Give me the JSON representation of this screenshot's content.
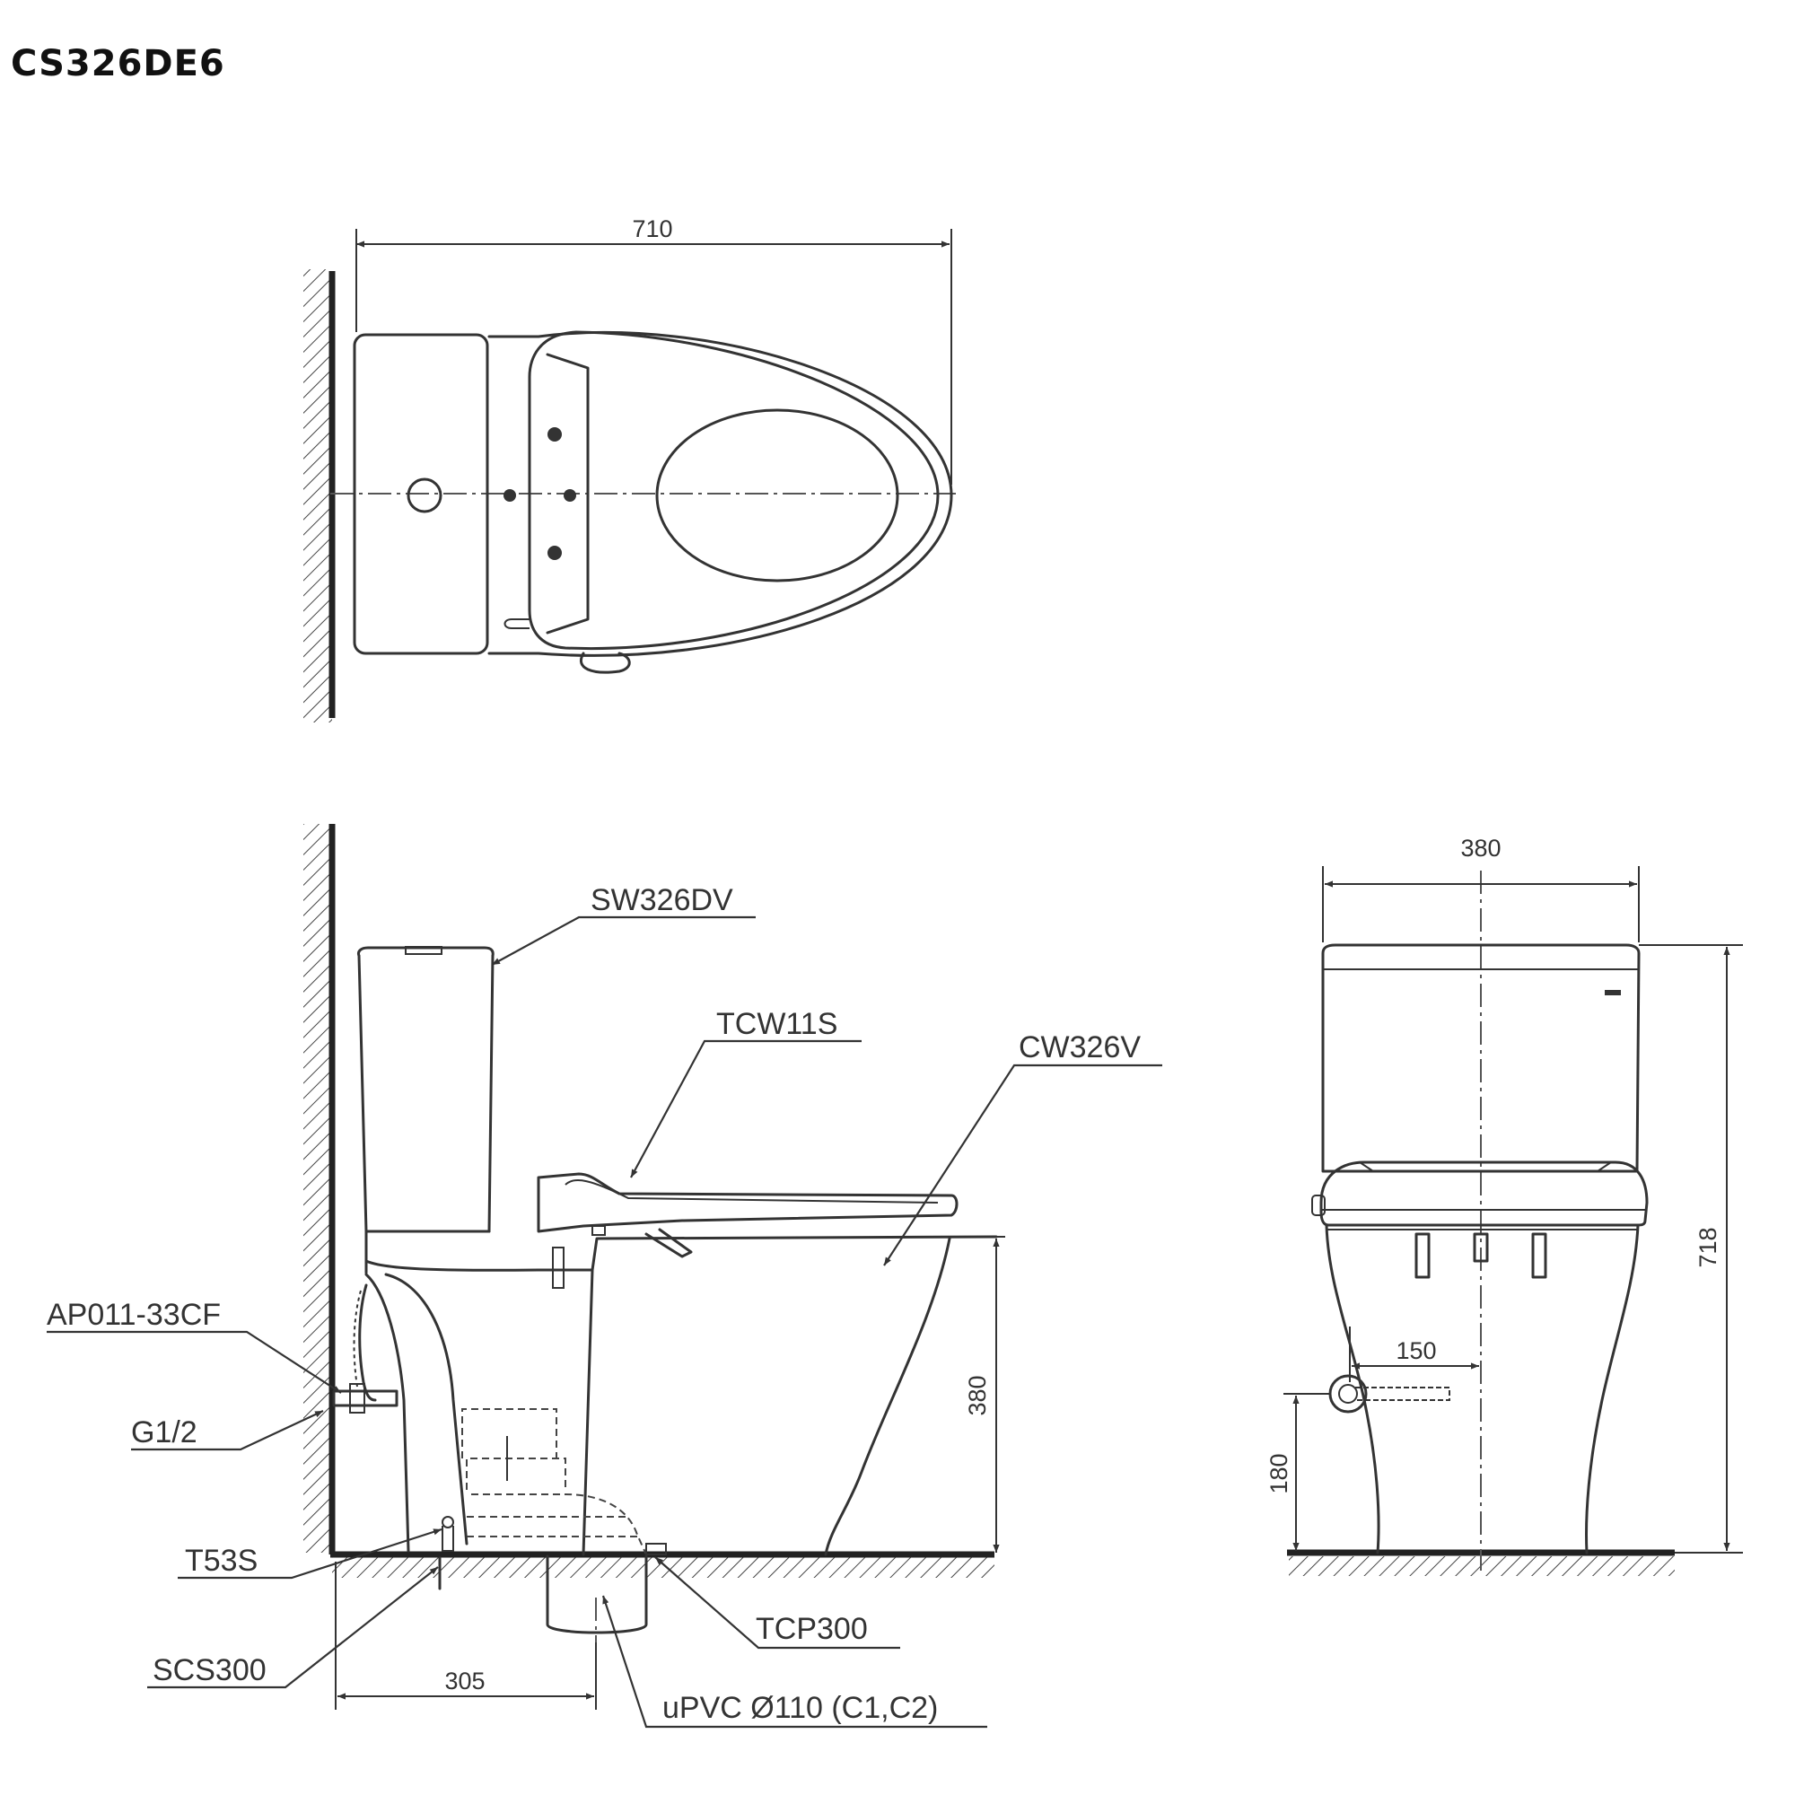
{
  "title": "CS326DE6",
  "dimensions": {
    "top_width": "710",
    "front_width": "380",
    "front_height": "718",
    "side_height": "380",
    "side_offset": "305",
    "inlet_offset": "150",
    "inlet_height": "180"
  },
  "labels": {
    "tank": "SW326DV",
    "seat": "TCW11S",
    "bowl": "CW326V",
    "hose": "AP011-33CF",
    "thread": "G1/2",
    "bolt": "T53S",
    "screw": "SCS300",
    "flange": "TCP300",
    "pipe": "uPVC Ø110 (C1,C2)"
  }
}
